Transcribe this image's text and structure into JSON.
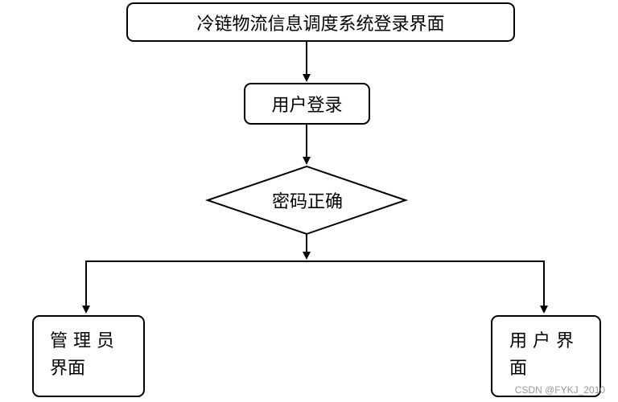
{
  "diagram": {
    "nodes": {
      "title": "冷链物流信息调度系统登录界面",
      "login": "用户登录",
      "decision": "密码正确",
      "admin": {
        "line1": "管 理 员",
        "line2": "界面"
      },
      "user": {
        "line1": "用 户 界",
        "line2": "面"
      }
    }
  },
  "watermark": "CSDN @FYKJ_2010"
}
